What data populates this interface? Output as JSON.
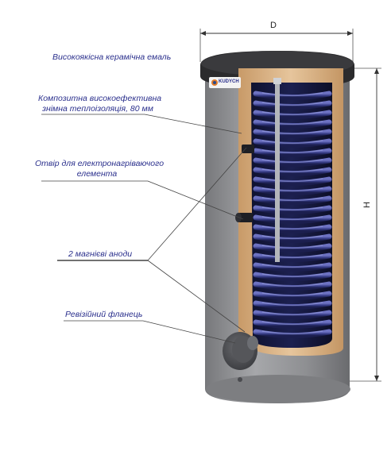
{
  "dimensions": {
    "d_label": "D",
    "h_label": "H"
  },
  "brand": {
    "logo_text": "KUDYCH"
  },
  "labels": {
    "enamel": "Високоякісна керамічна емаль",
    "insulation_line1": "Композитна високоефективна",
    "insulation_line2": "знімна теплоізоляція, 80 мм",
    "heater_line1": "Отвір для електронагріваючого",
    "heater_line2": "елемента",
    "anodes": "2 магнієві аноди",
    "flange": "Ревізійний фланець"
  },
  "colors": {
    "label_text": "#2a2f8c",
    "body_gray": "#8c8d90",
    "lid_dark": "#2b2b2d",
    "insulation": "#d8b48a",
    "coil": "#3a3f8a"
  }
}
